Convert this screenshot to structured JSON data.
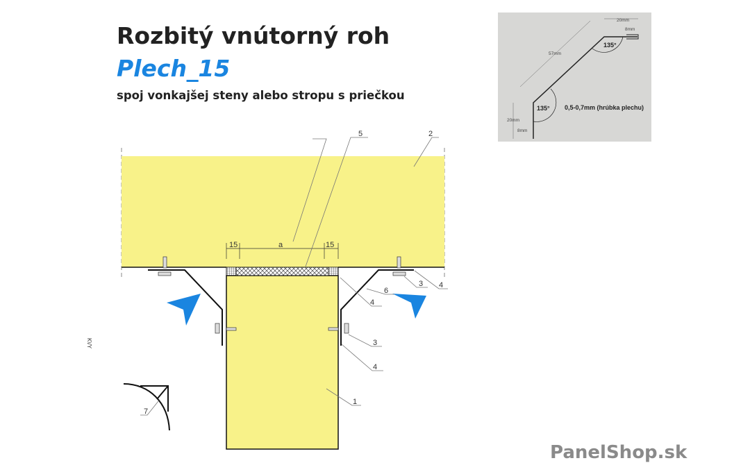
{
  "title": "Rozbitý vnútorný roh",
  "subtitle": "Plech_15",
  "description": "spoj vonkajšej steny alebo stropu s priečkou",
  "colors": {
    "panel": "#f8f289",
    "accent": "#1a85e0",
    "inset_bg": "#d7d7d5"
  },
  "drawing": {
    "part_labels": {
      "p1": "1",
      "p2": "2",
      "p3a": "3",
      "p3b": "3",
      "p4a": "4",
      "p4b": "4",
      "p4c": "4",
      "p5": "5",
      "p6": "6",
      "p7": "7"
    },
    "dims": {
      "left": "15",
      "middle": "a",
      "right": "15"
    },
    "side_mark": "K\\/Y"
  },
  "inset": {
    "top_width": "20mm",
    "top_hem": "8mm",
    "diagonal": "57mm",
    "angle_top": "135°",
    "angle_bottom": "135°",
    "bottom_height": "20mm",
    "bottom_hem": "8mm",
    "thickness": "0,5-0,7mm (hrúbka plechu)"
  },
  "logo": {
    "name": "PanelShop",
    "tld": ".sk"
  }
}
